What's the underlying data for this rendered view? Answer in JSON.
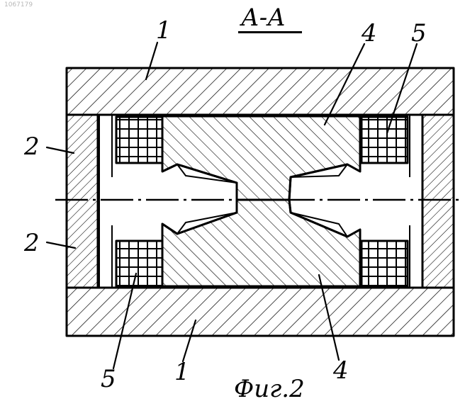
{
  "document": {
    "doc_id": "1067179",
    "section_label": "А-А",
    "figure_caption": "Фиг.2"
  },
  "callouts": [
    {
      "id": "housing-top",
      "text": "1"
    },
    {
      "id": "magnet-top",
      "text": "4"
    },
    {
      "id": "winding-top",
      "text": "5"
    },
    {
      "id": "end-plate-upper",
      "text": "2"
    },
    {
      "id": "end-plate-lower",
      "text": "2"
    },
    {
      "id": "winding-bottom",
      "text": "5"
    },
    {
      "id": "housing-bottom",
      "text": "1"
    },
    {
      "id": "magnet-bottom",
      "text": "4"
    }
  ],
  "colors": {
    "ink": "#000000",
    "paper": "#ffffff",
    "watermark": "#b8b8b8"
  }
}
